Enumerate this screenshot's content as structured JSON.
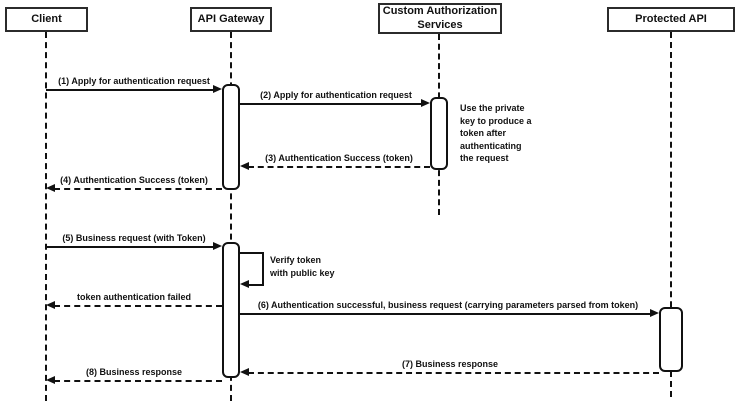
{
  "actors": [
    {
      "id": "client",
      "label": "Client"
    },
    {
      "id": "api-gateway",
      "label": "API Gateway"
    },
    {
      "id": "custom-authorization-services",
      "label": "Custom Authorization\nServices"
    },
    {
      "id": "protected-api",
      "label": "Protected API"
    }
  ],
  "messages": {
    "apply_auth_1": "(1) Apply for authentication request",
    "apply_auth_2": "(2) Apply for authentication request",
    "auth_success_3": "(3) Authentication Success (token)",
    "auth_success_4": "(4) Authentication Success (token)",
    "business_request_5": "(5) Business request (with Token)",
    "token_failed": "token authentication failed",
    "auth_success_business_6": "(6) Authentication successful, business request (carrying parameters parsed from token)",
    "business_response_7": "(7) Business response",
    "business_response_8": "(8) Business response"
  },
  "notes": {
    "verify_token": "Verify token\nwith public key",
    "private_key": "Use the private\nkey to produce a\ntoken after\nauthenticating\nthe request"
  },
  "colors": {
    "line": "#111111",
    "box_border": "#2b2b2b",
    "background": "#ffffff"
  }
}
